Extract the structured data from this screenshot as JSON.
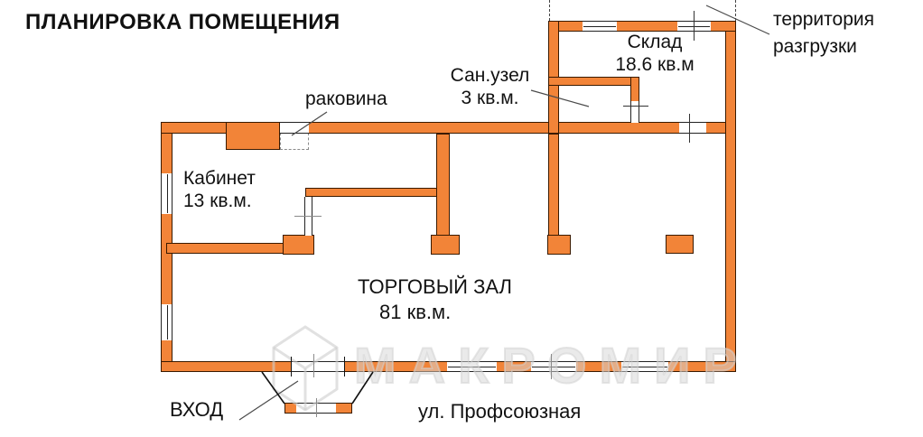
{
  "title": "ПЛАНИРОВКА ПОМЕЩЕНИЯ",
  "watermark": {
    "text": "МАКРОМИР"
  },
  "rooms": {
    "sklad": {
      "name": "Склад",
      "area": "18.6 кв.м"
    },
    "sanuzel": {
      "name": "Сан.узел",
      "area": "3 кв.м."
    },
    "kabinet": {
      "name": "Кабинет",
      "area": "13 кв.м."
    },
    "hall": {
      "name": "ТОРГОВЫЙ ЗАЛ",
      "area": "81 кв.м."
    }
  },
  "annotations": {
    "sink": "раковина",
    "unloading_line1": "территория",
    "unloading_line2": "разгрузки",
    "entrance": "ВХОД",
    "street": "ул. Профсоюзная"
  },
  "colors": {
    "wall_fill": "#F28438",
    "wall_outline": "#3A1A00",
    "text": "#111111",
    "leader_line": "#4a4a4a",
    "watermark": "#DCDCDC"
  }
}
